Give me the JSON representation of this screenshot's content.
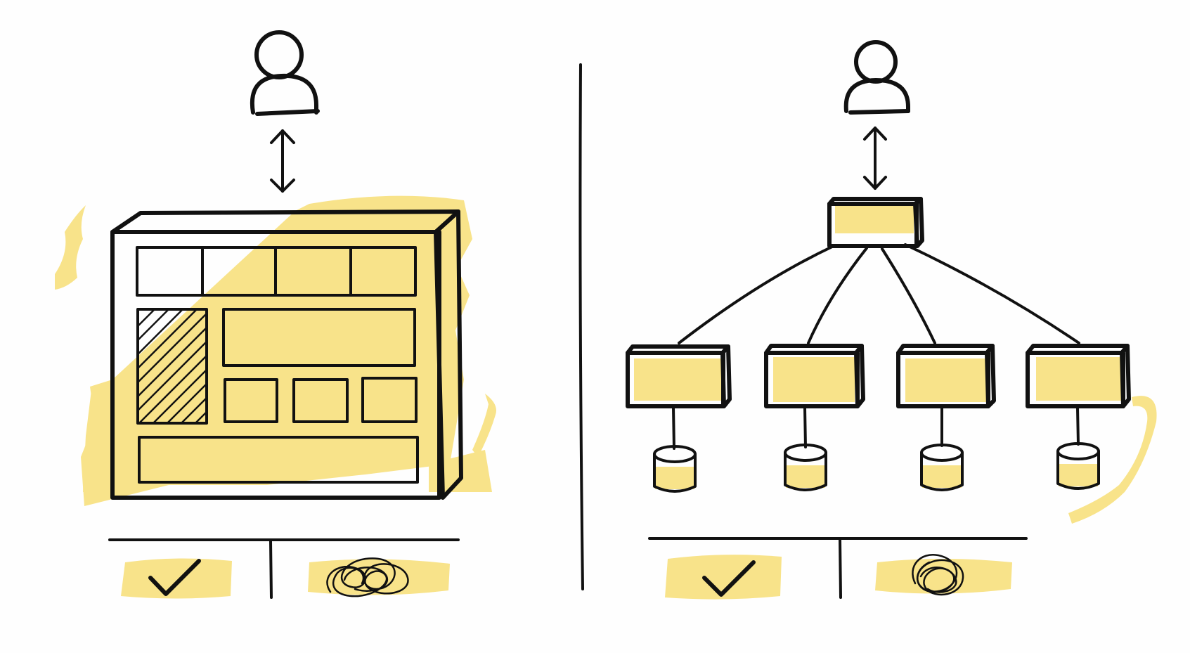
{
  "colors": {
    "ink": "#111111",
    "highlight": "#f8e38a",
    "background": "#fefefe"
  },
  "panels": [
    {
      "id": "monolith",
      "depicts": [
        "user-icon",
        "bidirectional-arrow",
        "single-large-box",
        "pros-check-icon",
        "cons-scribble-icon"
      ]
    },
    {
      "id": "distributed",
      "depicts": [
        "user-icon",
        "bidirectional-arrow",
        "gateway-box",
        "service-box",
        "service-box",
        "service-box",
        "service-box",
        "database-icon",
        "database-icon",
        "database-icon",
        "database-icon",
        "pros-check-icon",
        "cons-scribble-icon"
      ]
    }
  ]
}
